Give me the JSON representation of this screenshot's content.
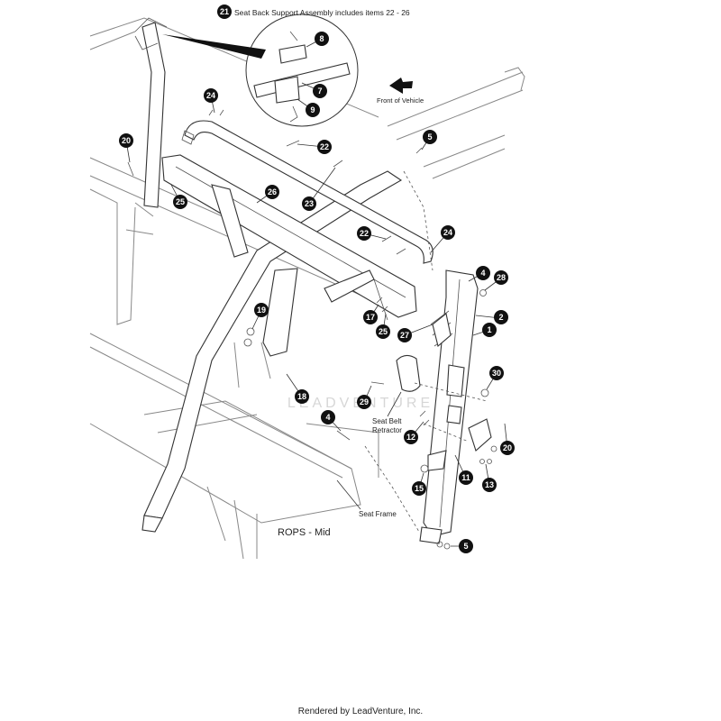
{
  "header": {
    "assembly_badge": "21",
    "assembly_note": "Seat Back Support Assembly includes items 22 - 26"
  },
  "labels": {
    "front_of_vehicle": "Front of Vehicle",
    "seat_belt_retractor_line1": "Seat Belt",
    "seat_belt_retractor_line2": "Retractor",
    "seat_frame": "Seat Frame",
    "rops_mid": "ROPS - Mid"
  },
  "watermark": "LEADVENTURE",
  "footer": "Rendered by LeadVenture, Inc.",
  "callouts": [
    "8",
    "7",
    "9",
    "24",
    "20",
    "22",
    "5",
    "26",
    "25",
    "23",
    "22",
    "24",
    "4",
    "28",
    "2",
    "1",
    "19",
    "17",
    "25",
    "27",
    "30",
    "18",
    "29",
    "4",
    "12",
    "20",
    "11",
    "15",
    "13",
    "5"
  ],
  "colors": {
    "badge": "#111111",
    "line": "#333333",
    "frame": "#888888"
  }
}
